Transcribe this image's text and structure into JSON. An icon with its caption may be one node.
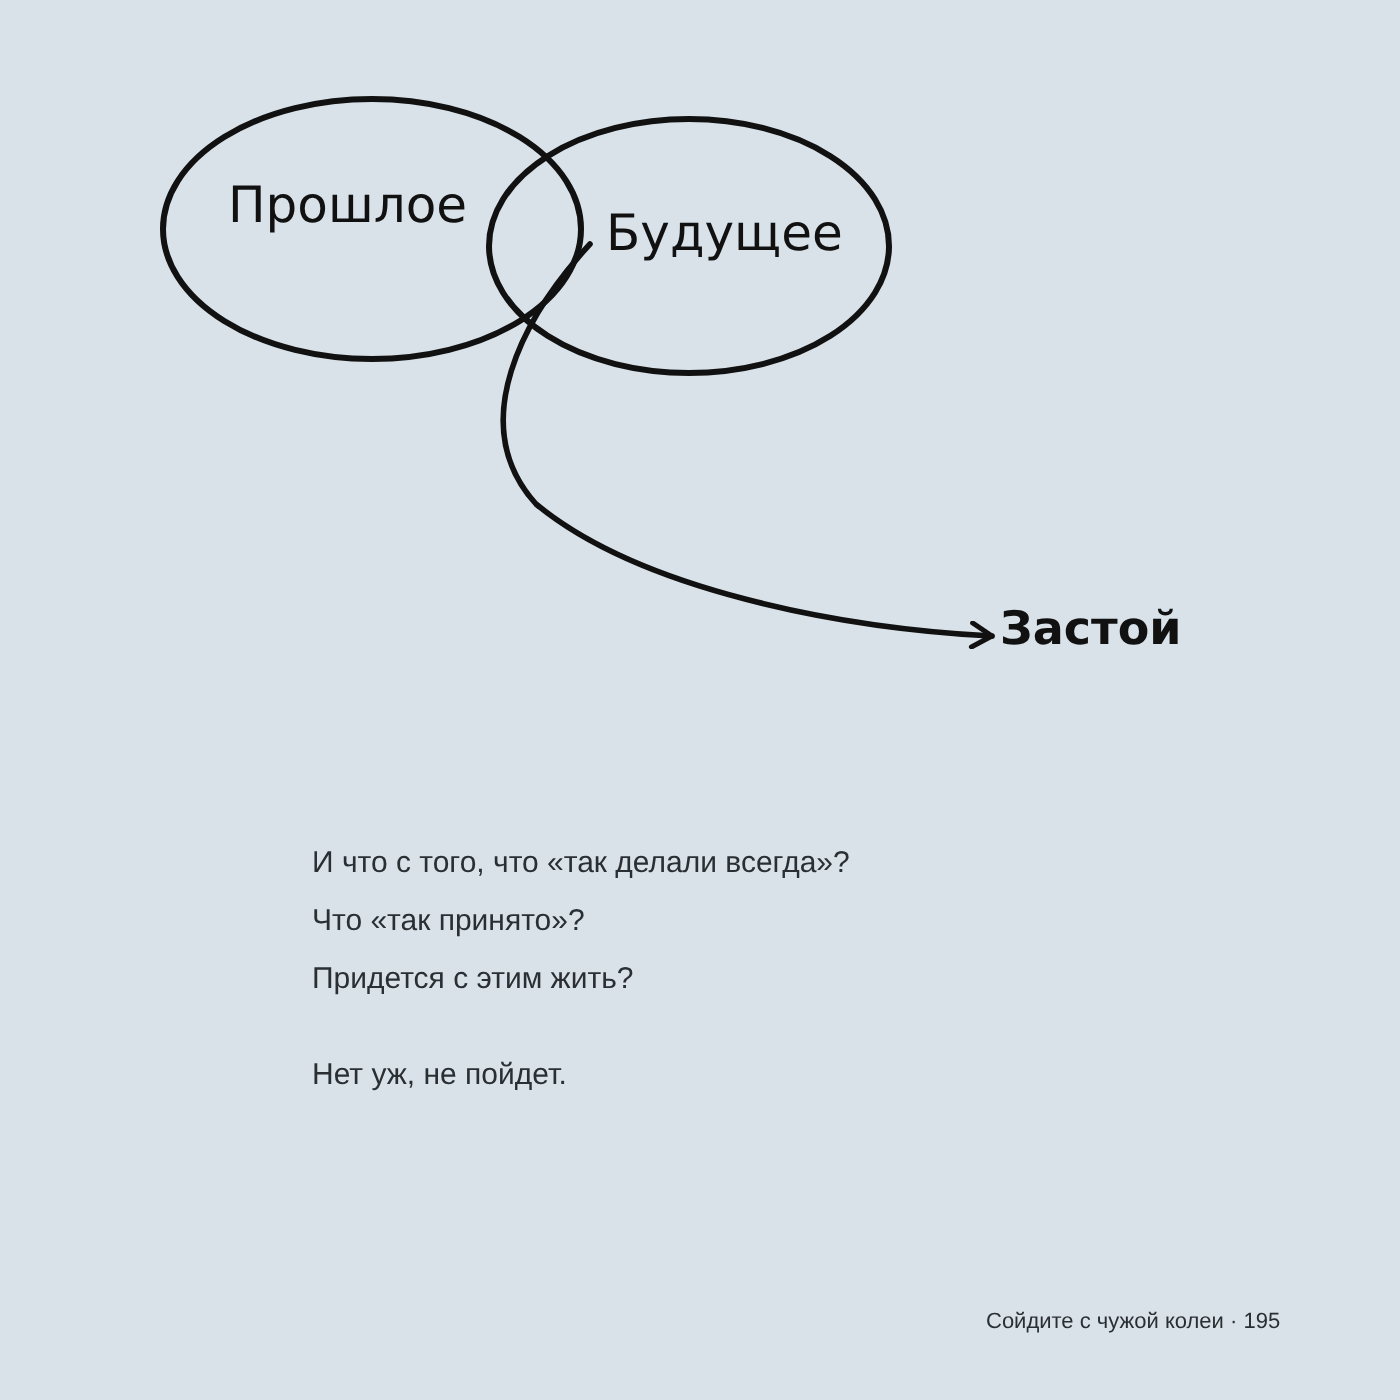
{
  "diagram": {
    "nodes": [
      {
        "text": [
          "Прошлое"
        ]
      },
      {
        "text": [
          "Будущее"
        ]
      },
      {
        "text": [
          "Застой"
        ]
      }
    ],
    "edges": [
      {
        "from": 1,
        "to": 2,
        "arrow": "to"
      }
    ],
    "labels": [
      "И что с того, что «так делали всегда»?",
      "Что «так принято»?",
      "Придется с этим жить?",
      "Нет уж, не пойдет.",
      "Сойдите с чужой колеи · 195"
    ]
  }
}
